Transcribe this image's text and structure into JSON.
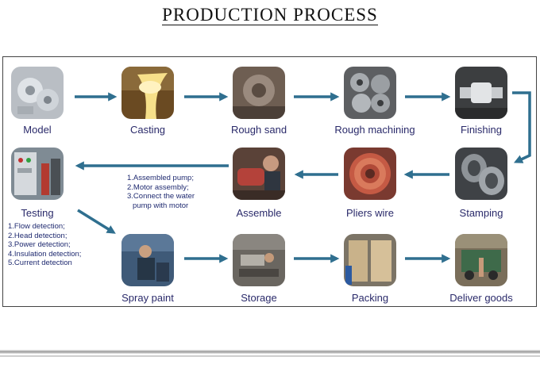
{
  "title": "PRODUCTION PROCESS",
  "steps": [
    {
      "label": "Model"
    },
    {
      "label": "Casting"
    },
    {
      "label": "Rough sand"
    },
    {
      "label": "Rough machining"
    },
    {
      "label": "Finishing"
    },
    {
      "label": "Stamping"
    },
    {
      "label": "Pliers wire"
    },
    {
      "label": "Assemble"
    },
    {
      "label": "Testing"
    },
    {
      "label": "Spray paint"
    },
    {
      "label": "Storage"
    },
    {
      "label": "Packing"
    },
    {
      "label": "Deliver goods"
    }
  ],
  "assemble_notes": [
    "1.Assembled pump;",
    "2.Motor assembly;",
    "3.Connect the water",
    "pump with motor"
  ],
  "testing_notes": [
    "1.Flow detection;",
    "2.Head detection;",
    "3.Power detection;",
    "4.Insulation detection;",
    "5.Current detection"
  ],
  "colors": {
    "arrow": "#2f6f8f",
    "label": "#2a2a6a"
  }
}
